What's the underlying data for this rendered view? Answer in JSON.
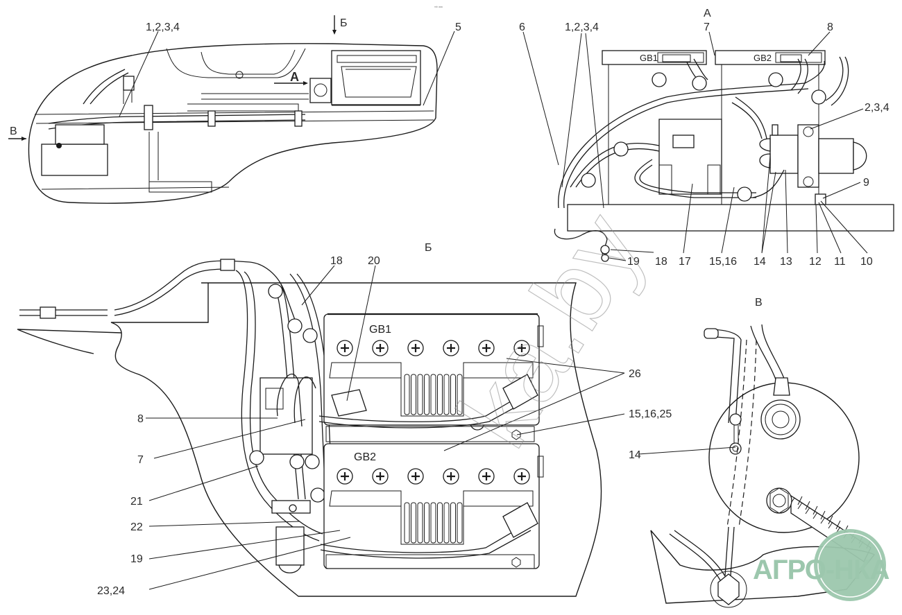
{
  "header": {
    "stamp": "ᵐᵇ ᵃᵃᵃ"
  },
  "views": {
    "overview": {
      "view_arrows": {
        "a": "А",
        "b": "Б",
        "v": "В"
      },
      "callouts": {
        "c1234": "1,2,3,4",
        "c5": "5"
      }
    },
    "view_a": {
      "title": "А",
      "battery_tags": {
        "gb1": "GB1",
        "gb2": "GB2"
      },
      "callouts": [
        "6",
        "1,2,3,4",
        "7",
        "8",
        "2,3,4",
        "9",
        "10",
        "11",
        "12",
        "13",
        "14",
        "15,16",
        "17",
        "18",
        "19"
      ]
    },
    "view_b": {
      "title": "Б",
      "battery_tags": {
        "gb1": "GB1",
        "gb2": "GB2"
      },
      "callouts_left": [
        "8",
        "7",
        "21",
        "22",
        "19",
        "23,24"
      ],
      "callouts_top": [
        "18",
        "20"
      ],
      "callouts_right": [
        "26",
        "15,16,25"
      ]
    },
    "view_v": {
      "title": "В",
      "callouts": [
        "14"
      ]
    }
  },
  "watermark": {
    "text": "ka.by",
    "logo_text": "АГРО-НКА",
    "logo_color": "#9cc7ad"
  }
}
